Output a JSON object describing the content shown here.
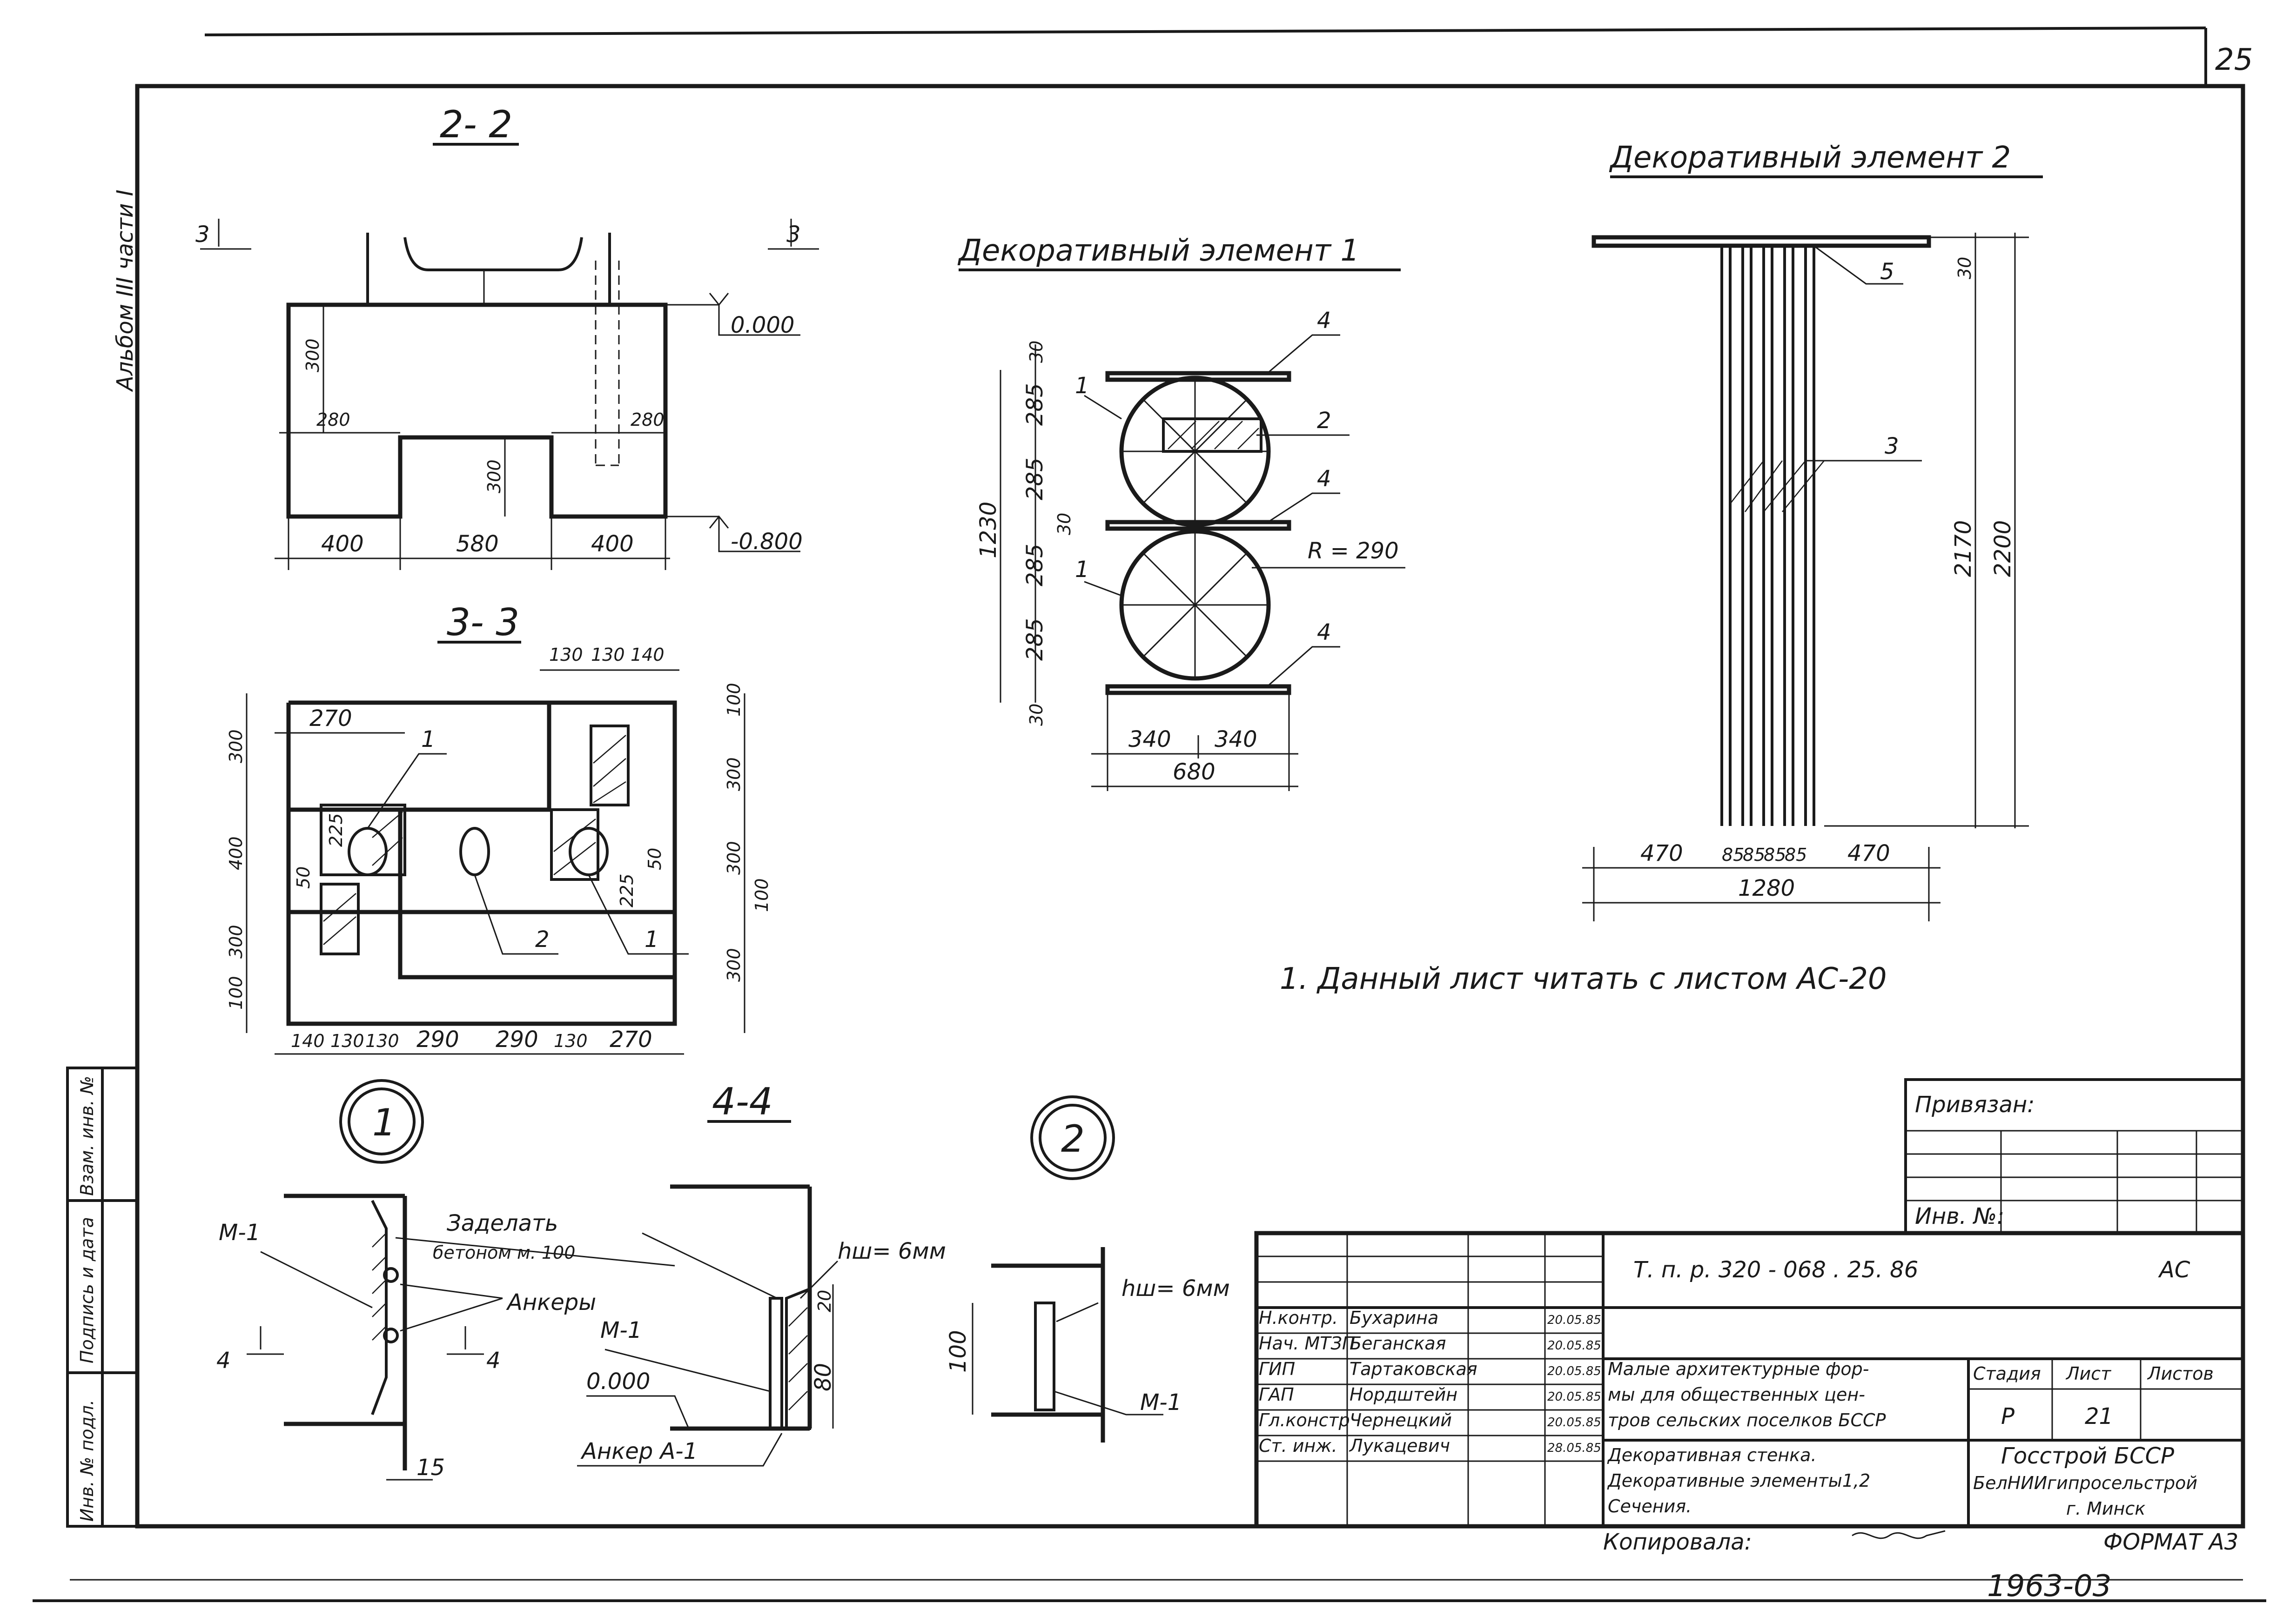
{
  "sheet": {
    "page_number": "25",
    "album_note": "Альбом III части I",
    "stamp_number": "1963-03",
    "format_label": "ФОРМАТ А3"
  },
  "sections": {
    "s22": {
      "title": "2- 2",
      "cut_mark": "3",
      "mark_top": "0.000",
      "mark_bottom": "-0.800",
      "dims": [
        "300",
        "280",
        "280",
        "300",
        "400",
        "580",
        "400"
      ]
    },
    "s33": {
      "title": "3- 3",
      "top_dims": [
        "130",
        "130",
        "140"
      ],
      "dim_270": "270",
      "left_dims": [
        "300",
        "400",
        "300",
        "100"
      ],
      "right_dims": [
        "100",
        "300",
        "300",
        "100",
        "300"
      ],
      "inner_dims": [
        "225",
        "50",
        "50",
        "225"
      ],
      "bottom_dims": [
        "140",
        "130",
        "130",
        "290",
        "290",
        "130",
        "270"
      ],
      "labels": [
        "1",
        "2",
        "1"
      ]
    },
    "s44": {
      "title": "4-4",
      "weld": "hш= 6мм",
      "mark": "0.000",
      "dims": [
        "20",
        "80"
      ],
      "m1": "М-1",
      "anchor": "Анкер А-1"
    }
  },
  "nodes": {
    "n1": {
      "number": "1",
      "m1": "М-1",
      "note_line1": "Заделать",
      "note_line2": "бетоном м. 100",
      "anchors": "Анкеры",
      "cut": "4",
      "dim": "15"
    },
    "n2": {
      "number": "2",
      "weld": "hш= 6мм",
      "dim": "100",
      "m1": "М-1"
    }
  },
  "element1": {
    "title": "Декоративный элемент 1",
    "radius": "R = 290",
    "left_dims": [
      "30",
      "285",
      "285",
      "30",
      "285",
      "285",
      "30"
    ],
    "overall": "1230",
    "bottom_dims": [
      "340",
      "340"
    ],
    "bottom_total": "680",
    "labels": [
      "4",
      "1",
      "2",
      "4",
      "1",
      "4"
    ]
  },
  "element2": {
    "title": "Декоративный элемент 2",
    "labels": [
      "5",
      "3"
    ],
    "right_dims": [
      "30",
      "2170",
      "2200"
    ],
    "bottom_dims": [
      "470",
      "85",
      "85",
      "85",
      "85",
      "470"
    ],
    "bottom_total": "1280"
  },
  "note": "1. Данный лист читать с листом АС-20",
  "side_stamp": [
    "Инв. № подл.",
    "Подпись и дата",
    "Взам. инв. №"
  ],
  "title_block": {
    "privyazan": "Привязан:",
    "inv": "Инв. №:",
    "code": "Т. п. р. 320 - 068 . 25. 86",
    "mark": "АС",
    "project_line1": "Малые архитектурные фор-",
    "project_line2": "мы для общественных цен-",
    "project_line3": "тров сельских поселков БССР",
    "headers": [
      "Стадия",
      "Лист",
      "Листов"
    ],
    "stage": "Р",
    "sheet_no": "21",
    "sheets_total": "",
    "sheet_line1": "Декоративная стенка.",
    "sheet_line2": "Декоративные элементы1,2",
    "sheet_line3": "Сечения.",
    "org_line1": "Госстрой БССР",
    "org_line2": "БелНИИгипросельстрой",
    "org_line3": "г. Минск",
    "copied": "Копировала:",
    "signers": [
      {
        "role": "Н.контр.",
        "name": "Бухарина",
        "date": "20.05.85"
      },
      {
        "role": "Нач. МТЗП",
        "name": "Беганская",
        "date": "20.05.85"
      },
      {
        "role": "ГИП",
        "name": "Тартаковская",
        "date": "20.05.85"
      },
      {
        "role": "ГАП",
        "name": "Нордштейн",
        "date": "20.05.85"
      },
      {
        "role": "Гл.констр",
        "name": "Чернецкий",
        "date": "20.05.85"
      },
      {
        "role": "Ст. инж.",
        "name": "Лукацевич",
        "date": "28.05.85"
      }
    ]
  }
}
